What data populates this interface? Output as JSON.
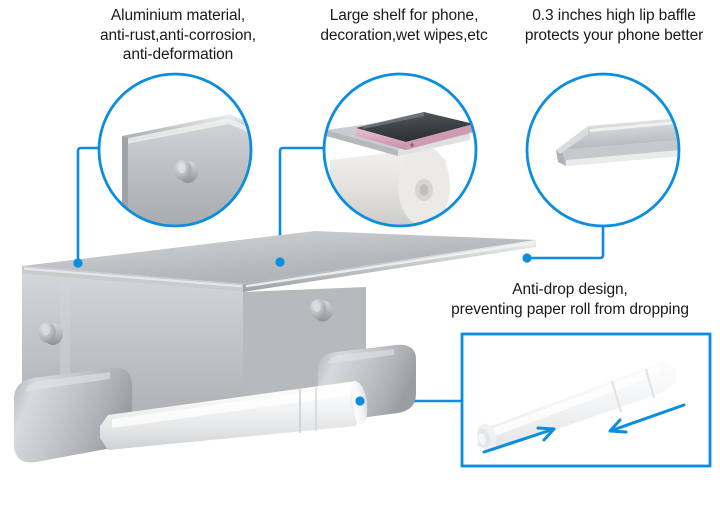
{
  "page": {
    "title": "Aluminium Toilet Paper Holder with Shelf - Feature Infographic",
    "background_color": "#ffffff",
    "accent_color": "#0b8de0",
    "text_color": "#1a1a1a",
    "metal_color": "#b9bcbe",
    "roll_bar_color": "#f2f3f4",
    "phone_accent_color": "#d9a7bb"
  },
  "callouts": [
    {
      "id": "aluminium-material",
      "text": "Aluminium material,\nanti-rust,anti-corrosion,\nanti-deformation",
      "marker": "dot",
      "shape": "circle"
    },
    {
      "id": "large-shelf",
      "text": "Large shelf for phone,\ndecoration,wet wipes,etc",
      "marker": "dot",
      "shape": "circle"
    },
    {
      "id": "lip-baffle",
      "text": "0.3 inches high lip baffle\nprotects your phone better",
      "marker": "dot",
      "shape": "circle"
    },
    {
      "id": "anti-drop",
      "text": "Anti-drop design,\npreventing paper roll from dropping",
      "marker": "dot",
      "shape": "rectangle"
    }
  ],
  "detail_views": {
    "circle_1": {
      "name": "bracket-corner-with-screw-detail"
    },
    "circle_2": {
      "name": "phone-on-shelf-above-paper-roll-detail"
    },
    "circle_3": {
      "name": "shelf-lip-baffle-edge-profile-detail"
    },
    "rect_1": {
      "name": "spring-loaded-roller-bar-detail",
      "arrows": 2
    }
  },
  "product": {
    "name": "toilet-paper-holder-with-shelf",
    "parts": [
      "shelf-top",
      "back-plate",
      "mounting-screw-left",
      "mounting-screw-right",
      "roller-bar",
      "arm-left",
      "arm-right"
    ]
  }
}
